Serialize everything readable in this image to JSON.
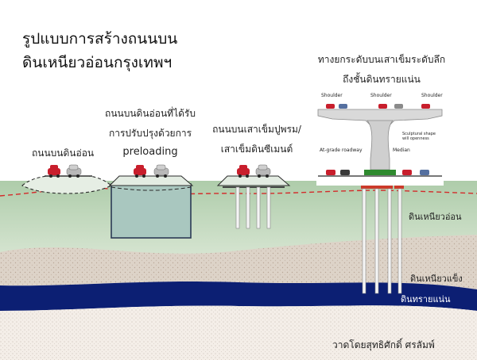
{
  "title": {
    "line1": "รูปแบบการสร้างถนนบน",
    "line2": "ดินเหนียวอ่อนกรุงเทพฯ"
  },
  "road_types": {
    "soft_clay": "ถนนบนดินอ่อน",
    "improved": {
      "line1": "ถนนบนดินอ่อนที่ได้รับ",
      "line2": "การปรับปรุงด้วยการ",
      "line3": "preloading"
    },
    "piles": {
      "line1": "ถนนบนเสาเข็มปูพรม/",
      "line2": "เสาเข็มดินซีเมนต์"
    },
    "elevated": {
      "line1": "ทางยกระดับบนเสาเข็มระดับลึก",
      "line2": "ถึงชั้นดินทรายแน่น"
    }
  },
  "inset_labels": {
    "shoulder": "Shoulder",
    "sculptural": "Sculptural shape will openness",
    "at_grade": "At-grade roadway",
    "median": "Median"
  },
  "layers": {
    "soft_clay": "ดินเหนียวอ่อน",
    "stiff_clay": "ดินเหนียวแข็ง",
    "dense_sand": "ดินทรายแน่น"
  },
  "credit": "วาดโดยสุทธิศักดิ์ ศรลัมพ์",
  "colors": {
    "soft_clay": "#c6dcc2",
    "stiff_clay": "#ddd3c8",
    "sand_band": "#0c1f73",
    "bottom_sand": "#f4eee8",
    "car_red": "#c81e2c",
    "car_silver": "#b8b8b8",
    "water_line": "#d42a2a",
    "pile": "#f5f5f5"
  }
}
